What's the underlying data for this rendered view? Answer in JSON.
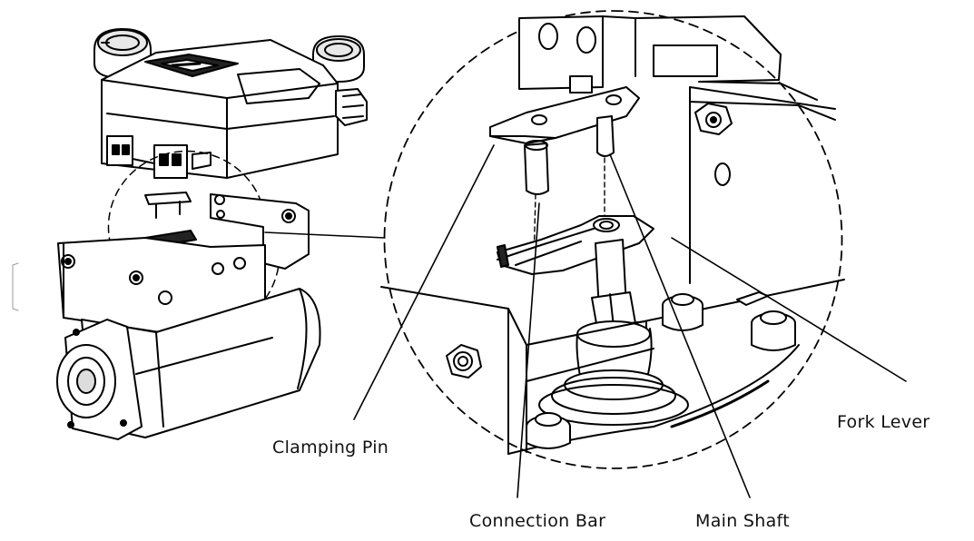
{
  "labels": {
    "clamping_pin": "Clamping Pin",
    "connection_bar": "Connection Bar",
    "main_shaft": "Main Shaft",
    "fork_lever": "Fork Lever"
  }
}
